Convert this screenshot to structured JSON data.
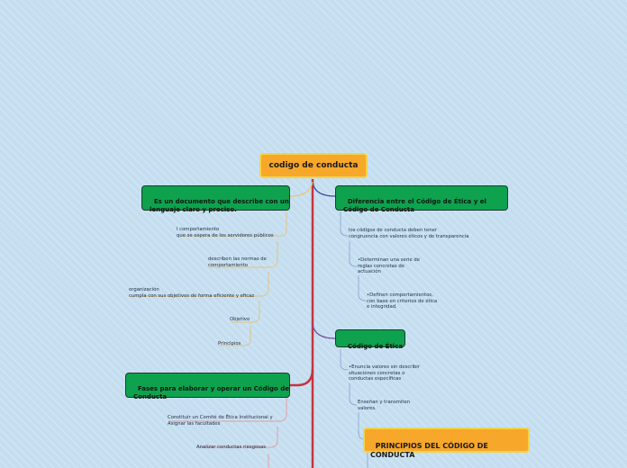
{
  "root": {
    "label": "codigo de conducta"
  },
  "left": {
    "doc_node": "Es un documento que describe con un\nlenguaje claro y preciso.",
    "doc_children": [
      "l comportamiento\nque se espera de los servidores públicos",
      "describen las normas de\ncomportamiento",
      "organización\ncumpla con sus objetivos de forma eficiente y eficaz",
      "Objetivo",
      "Principios"
    ],
    "phases_node": "Fases para elaborar y operar un Código de\nConducta",
    "phases_children": [
      "Constituir un Comité de Ética Institucional y\nAsignar las facultades",
      "Analizar conductas riesgosas"
    ]
  },
  "right": {
    "diff_node": "Diferencia entre el Código de Ética y el\nCódigo de Conducta",
    "diff_children": [
      "los códigos de conducta deben tener\ncongruencia con valores éticos y de transparencia",
      "•Determinan una serie de\nreglas concretas de\nactuación",
      "•Definen comportamientos,\ncon base en criterios de ética\ne integridad."
    ],
    "ethics_node": "Código de Ética",
    "ethics_children": [
      "•Enuncia valores sin describir\nsituaciones concretas o\nconductas específicas",
      "Enseñan y transmiten\nvalores."
    ],
    "principles_node": "PRINCIPIOS DEL CÓDIGO DE\nCONDUCTA"
  },
  "colors": {
    "trunk": "#c8343c",
    "green_node": "#0ea24f",
    "orange_node": "#f7a72a",
    "right_branch": "#3a4a9a",
    "left_branch": "#f3c26a",
    "leaf_line_right": "#8aa7d6",
    "leaf_line_left": "#e8c07a",
    "leaf_line_phases": "#e39aa0"
  }
}
